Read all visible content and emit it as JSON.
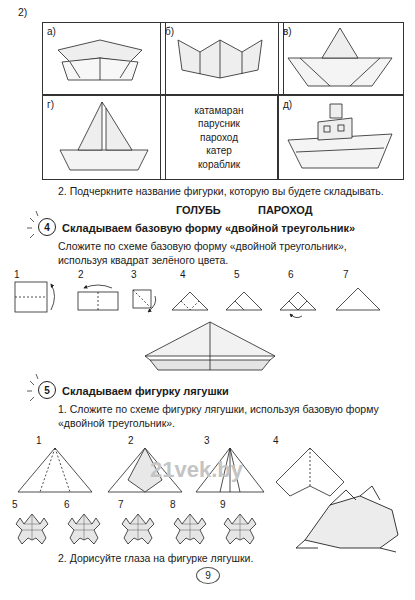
{
  "diagram": {
    "nodes": [
      {
        "text": [
          "а)"
        ]
      },
      {
        "text": [
          "б)"
        ]
      },
      {
        "text": [
          "в)"
        ]
      },
      {
        "text": [
          "г)"
        ]
      },
      {
        "text": [
          "катамаран парусник пароход катер кораблик"
        ]
      },
      {
        "text": [
          "д)"
        ]
      },
      {
        "text": [
          "4"
        ]
      },
      {
        "text": [
          "5"
        ]
      },
      {
        "text": [
          "9"
        ]
      }
    ],
    "edges": [],
    "labels": [
      "2)",
      "2. Подчеркните название фигурки, которую вы будете складывать.",
      "ГОЛУБЬ",
      "ПАРОХОД",
      "Складываем базовую форму «двойной треугольник»",
      "Сложите по схеме базовую форму «двойной треугольник», используя квадрат зелёного цвета.",
      "1",
      "2",
      "3",
      "4",
      "5",
      "6",
      "7",
      "Складываем фигурку лягушки",
      "1. Сложите по схеме фигурку лягушки, используя базовую форму «двойной треугольник».",
      "1",
      "2",
      "3",
      "4",
      "5",
      "6",
      "7",
      "8",
      "9",
      "2. Дорисуйте глаза на фигурке лягушки.",
      "21vek.by"
    ]
  }
}
